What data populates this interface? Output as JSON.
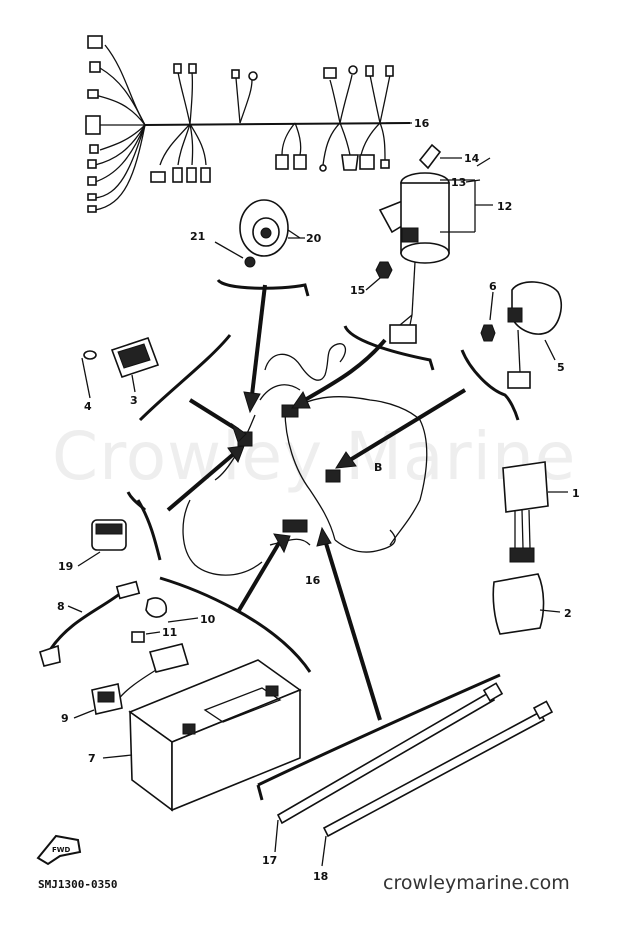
{
  "watermark": "Crowley Marine",
  "diagram_code": "SMJ1300-0350",
  "website": "crowleymarine.com",
  "arrow_badge_label": "FWD",
  "callouts": {
    "c1": "1",
    "c2": "2",
    "c3": "3",
    "c4": "4",
    "c5": "5",
    "c6": "6",
    "c7": "7",
    "c8": "8",
    "c9": "9",
    "c10": "10",
    "c11": "11",
    "c12": "12",
    "c13": "13",
    "c14": "14",
    "c15": "15",
    "c16a": "16",
    "c16b": "16",
    "c17": "17",
    "c18": "18",
    "c19": "19",
    "c20": "20",
    "c21": "21",
    "cB": "B"
  }
}
